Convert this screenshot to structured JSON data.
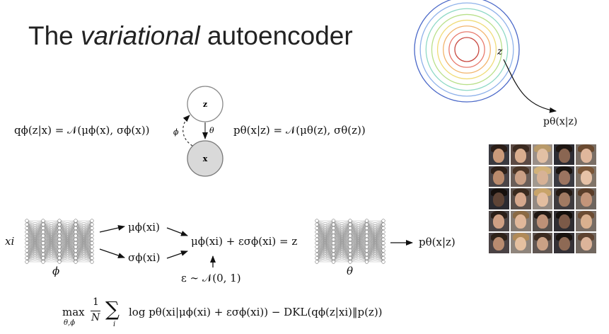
{
  "title_pre": "The ",
  "title_em": "variational",
  "title_post": " autoencoder",
  "latent_label": "z",
  "decoder_dist_label": "pθ(x|z)",
  "graph": {
    "node_z": "z",
    "node_x": "x",
    "theta": "θ",
    "phi": "ϕ"
  },
  "encoder_eq": "qϕ(z|x) = 𝒩(μϕ(x), σϕ(x))",
  "decoder_eq": "pθ(x|z) = 𝒩(μθ(z), σθ(z))",
  "pipeline": {
    "input": "xi",
    "encoder_param": "ϕ",
    "mu_out": "μϕ(xi)",
    "sigma_out": "σϕ(xi)",
    "reparam": "μϕ(xi) + εσϕ(xi) = z",
    "noise": "ε ∼ 𝒩(0, 1)",
    "decoder_param": "θ",
    "output": "pθ(x|z)"
  },
  "objective": {
    "max_sub": "θ,ϕ",
    "frac_num": "1",
    "frac_den": "N",
    "sum_sub": "i",
    "body": "log pθ(xi|μϕ(xi) + εσϕ(xi)) − DKL(qϕ(z|xi)‖p(z))"
  },
  "colors": {
    "ring_colors": [
      "#4a68c8",
      "#8fb2ea",
      "#8fd9c6",
      "#b9e08a",
      "#f0dc78",
      "#f2b46c",
      "#e8796c",
      "#c8473f"
    ],
    "node_x_fill": "#d9d9d9"
  },
  "faces_grid": {
    "rows": 5,
    "cols": 5,
    "skin": [
      "#c99a7a",
      "#d9ad8e",
      "#e2c0a4",
      "#8a6652",
      "#e0b79c",
      "#b98a6c",
      "#caa085",
      "#d7b296",
      "#9b7460",
      "#e6c2a7",
      "#5e4436",
      "#d5a88c",
      "#e3bea0",
      "#a17a62",
      "#c3957a",
      "#cfa084",
      "#e1b89a",
      "#bd9177",
      "#7c5a48",
      "#d9b08f",
      "#b88b70",
      "#e5c0a0",
      "#caa185",
      "#8e6a55",
      "#dcb49a"
    ],
    "hair": [
      "#2a1d17",
      "#3b2a20",
      "#b89a6a",
      "#1e1612",
      "#6a4a30",
      "#2d211a",
      "#4a3526",
      "#d2b27a",
      "#1a1410",
      "#7a5638",
      "#15100d",
      "#3a2b1f",
      "#c8a46a",
      "#241a14",
      "#5a3e2a",
      "#2b1f18",
      "#8a6a44",
      "#1f1712",
      "#120e0b",
      "#6b4c33",
      "#2e2219",
      "#b08a58",
      "#3c2c21",
      "#19130f",
      "#5e4330"
    ],
    "bg": [
      "#3a3a40",
      "#5b4a44",
      "#9a8f88",
      "#2c2c33",
      "#7a6f66",
      "#4a4548",
      "#6a5e58",
      "#a29a90",
      "#3b3b42",
      "#807468",
      "#2a2a30",
      "#5a504a",
      "#948a82",
      "#3f3b3e",
      "#6e655e",
      "#4c4647",
      "#857b72",
      "#56504c",
      "#2f2d31",
      "#786d65",
      "#4a4244",
      "#8f857c",
      "#605652",
      "#343136",
      "#71675f"
    ]
  }
}
